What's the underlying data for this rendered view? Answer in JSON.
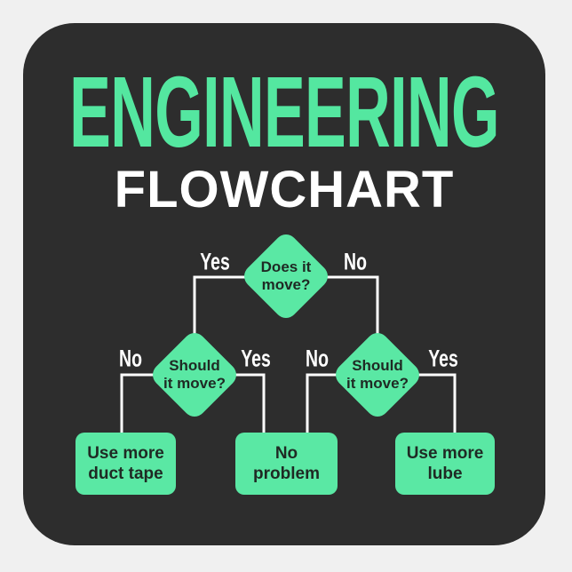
{
  "sticker": {
    "title_line1": "ENGINEERING",
    "title_line2": "FLOWCHART",
    "colors": {
      "page_background": "#f0f0f0",
      "sticker_background": "#2d2d2d",
      "title_green": "#54e7a0",
      "node_green": "#5ae8a4",
      "node_text": "#1f2a24",
      "connector_line": "#ffffff",
      "branch_label_text": "#ffffff"
    }
  },
  "flowchart": {
    "nodes": {
      "root": {
        "line1": "Does it",
        "line2": "move?"
      },
      "left_decision": {
        "line1": "Should",
        "line2": "it move?"
      },
      "right_decision": {
        "line1": "Should",
        "line2": "it move?"
      },
      "outcome_left": {
        "line1": "Use more",
        "line2": "duct tape"
      },
      "outcome_center": {
        "line1": "No",
        "line2": "problem"
      },
      "outcome_right": {
        "line1": "Use more",
        "line2": "lube"
      }
    },
    "labels": {
      "root_yes": "Yes",
      "root_no": "No",
      "left_no": "No",
      "left_yes": "Yes",
      "right_no": "No",
      "right_yes": "Yes"
    }
  }
}
